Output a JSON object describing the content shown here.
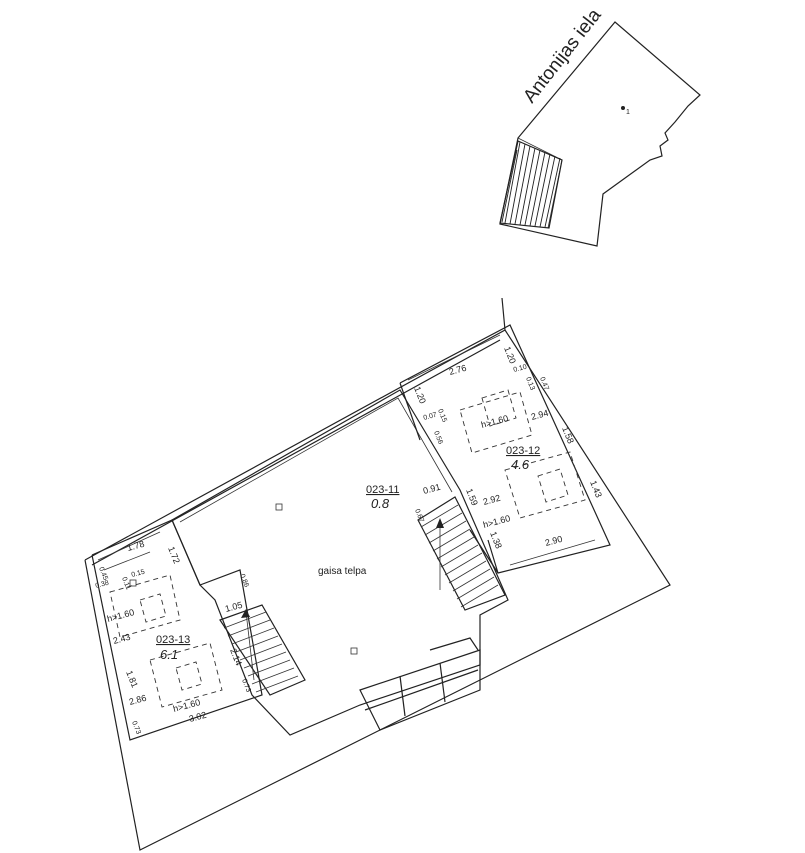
{
  "site_plan": {
    "street_name": "Antonijas iela",
    "plot_number": "1"
  },
  "floor_plan": {
    "air_space_label": "gaisa telpa",
    "rooms": [
      {
        "code": "023-11",
        "area": "0.8"
      },
      {
        "code": "023-12",
        "area": "4.6"
      },
      {
        "code": "023-13",
        "area": "6.1"
      }
    ],
    "dims_right": [
      "2.76",
      "1.20",
      "0.10",
      "0.13",
      "0.47",
      "2.94",
      "1.58",
      "1.20",
      "0.07",
      "0.15",
      "0.56",
      "h>1.60",
      "0.91",
      "2.92",
      "1.43",
      "1.59",
      "h>1.60",
      "0.67",
      "1.38",
      "2.90"
    ],
    "dims_left": [
      "1.78",
      "1.72",
      "0.45",
      "0.38",
      "0.15",
      "0.11",
      "h>1.60",
      "2.43",
      "0.86",
      "1.05",
      "2.14",
      "1.81",
      "2.86",
      "h>1.60",
      "0.73",
      "0.73",
      "3.02"
    ]
  }
}
